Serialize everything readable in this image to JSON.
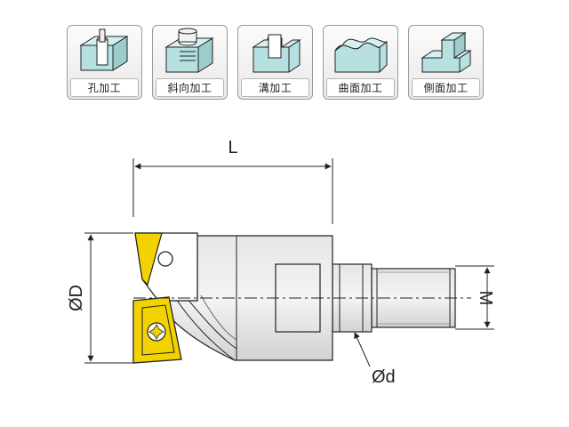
{
  "operations": [
    {
      "label": "孔加工",
      "icon": "hole-machining-icon"
    },
    {
      "label": "斜向加工",
      "icon": "ramping-icon"
    },
    {
      "label": "溝加工",
      "icon": "slotting-icon"
    },
    {
      "label": "曲面加工",
      "icon": "contour-machining-icon"
    },
    {
      "label": "側面加工",
      "icon": "side-milling-icon"
    }
  ],
  "dimensions": {
    "length": "L",
    "cutting_diameter": "ØD",
    "thread": "M",
    "neck_diameter": "Ød"
  },
  "colors": {
    "insert": "#f2d200",
    "body": "#dcdcdc",
    "tile_block": "#b7e0e0",
    "line": "#222222"
  }
}
